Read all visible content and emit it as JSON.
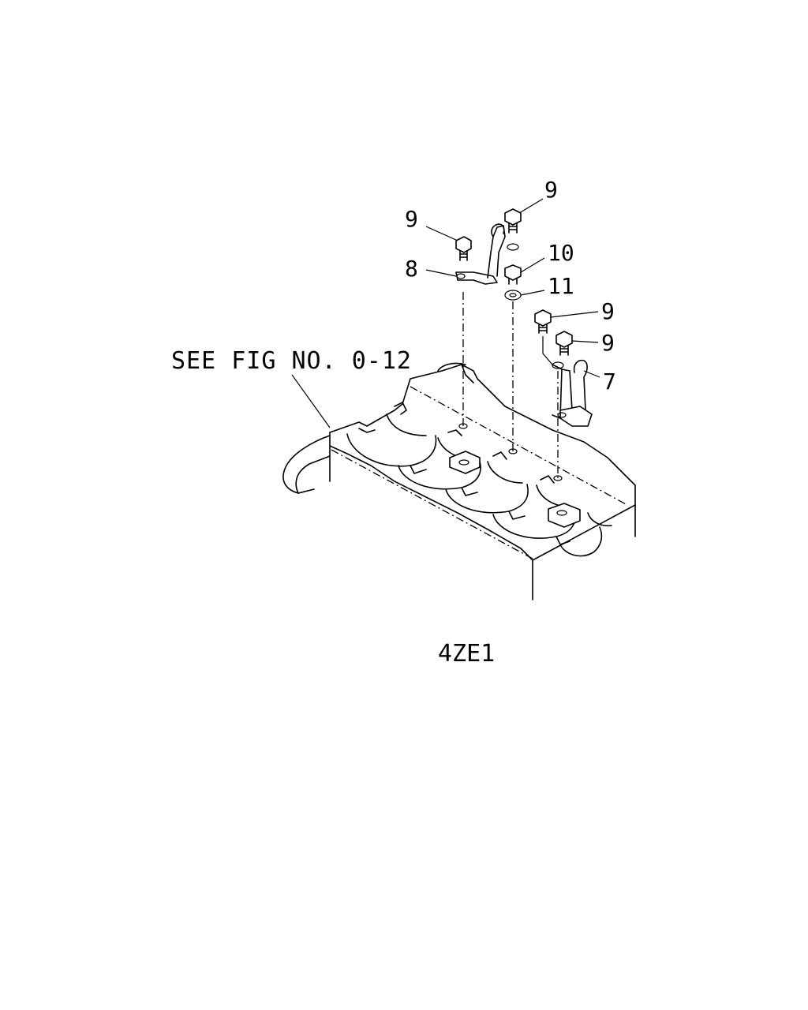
{
  "diagram": {
    "reference_note": "SEE FIG NO. 0-12",
    "model_code": "4ZE1",
    "callouts": [
      "9",
      "9",
      "8",
      "10",
      "11",
      "9",
      "9",
      "7"
    ]
  },
  "colors": {
    "ink": "#000000",
    "paper": "#ffffff"
  }
}
